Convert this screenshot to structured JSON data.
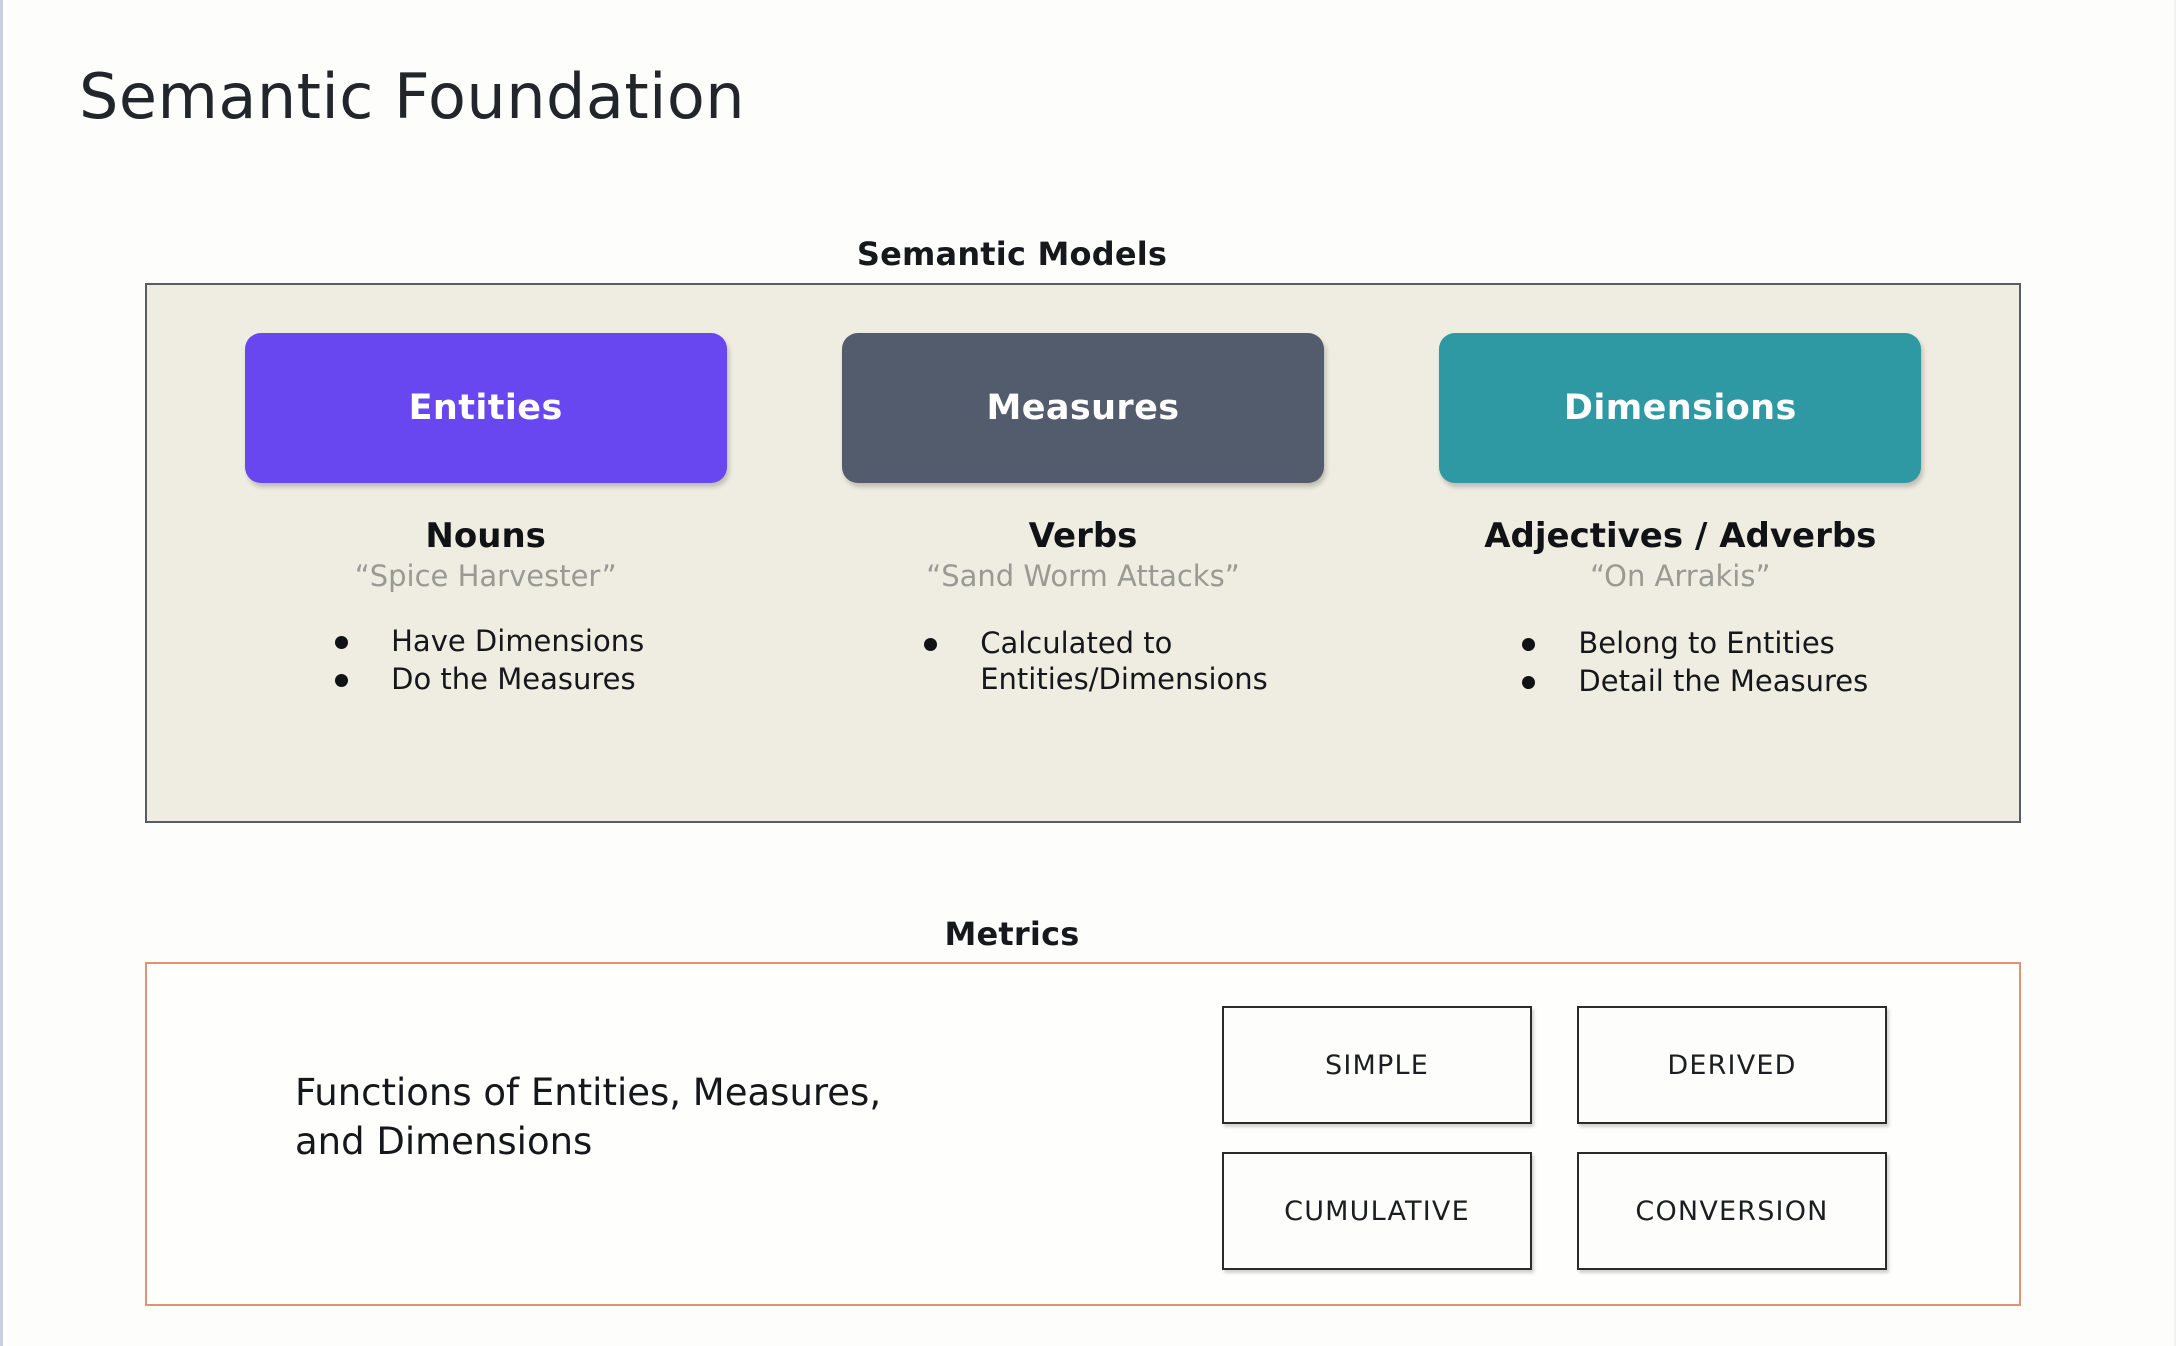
{
  "slide": {
    "title": "Semantic Foundation"
  },
  "semantic_models": {
    "heading": "Semantic Models",
    "columns": [
      {
        "chip_label": "Entities",
        "chip_color": "#6846f0",
        "part_of_speech": "Nouns",
        "example": "“Spice Harvester”",
        "bullets": [
          "Have Dimensions",
          "Do the Measures"
        ]
      },
      {
        "chip_label": "Measures",
        "chip_color": "#535c6c",
        "part_of_speech": "Verbs",
        "example": "“Sand Worm Attacks”",
        "bullets": [
          "Calculated to\nEntities/Dimensions"
        ]
      },
      {
        "chip_label": "Dimensions",
        "chip_color": "#2f99a3",
        "part_of_speech": "Adjectives / Adverbs",
        "example": "“On Arrakis”",
        "bullets": [
          "Belong to Entities",
          "Detail the Measures"
        ]
      }
    ]
  },
  "metrics": {
    "heading": "Metrics",
    "border_color": "#e19274",
    "description": "Functions of Entities, Measures,\nand Dimensions",
    "types": [
      "SIMPLE",
      "DERIVED",
      "CUMULATIVE",
      "CONVERSION"
    ]
  }
}
